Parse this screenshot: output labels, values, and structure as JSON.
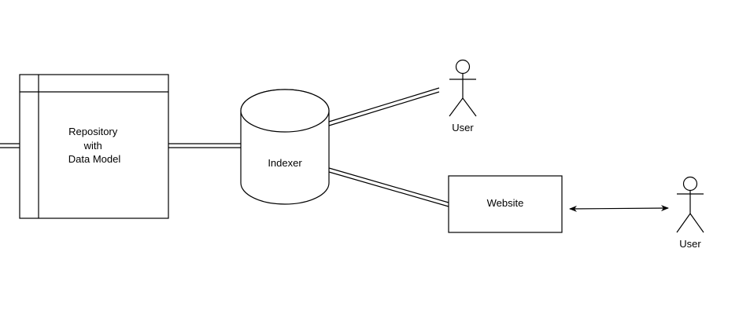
{
  "nodes": {
    "repository": {
      "label_lines": [
        "Repository",
        "with",
        "Data Model"
      ]
    },
    "indexer": {
      "label": "Indexer"
    },
    "website": {
      "label": "Website"
    },
    "user_top": {
      "label": "User",
      "icon": "actor-icon"
    },
    "user_right": {
      "label": "User",
      "icon": "actor-icon"
    }
  },
  "edges": [
    {
      "from": "offscreen-left",
      "to": "repository",
      "style": "double-line"
    },
    {
      "from": "repository",
      "to": "indexer",
      "style": "double-line"
    },
    {
      "from": "indexer",
      "to": "user_top",
      "style": "double-line"
    },
    {
      "from": "indexer",
      "to": "website",
      "style": "double-line"
    },
    {
      "from": "website",
      "to": "user_right",
      "style": "bidirectional-arrow"
    }
  ],
  "colors": {
    "stroke": "#000000",
    "fill": "#ffffff",
    "background": "#ffffff"
  }
}
